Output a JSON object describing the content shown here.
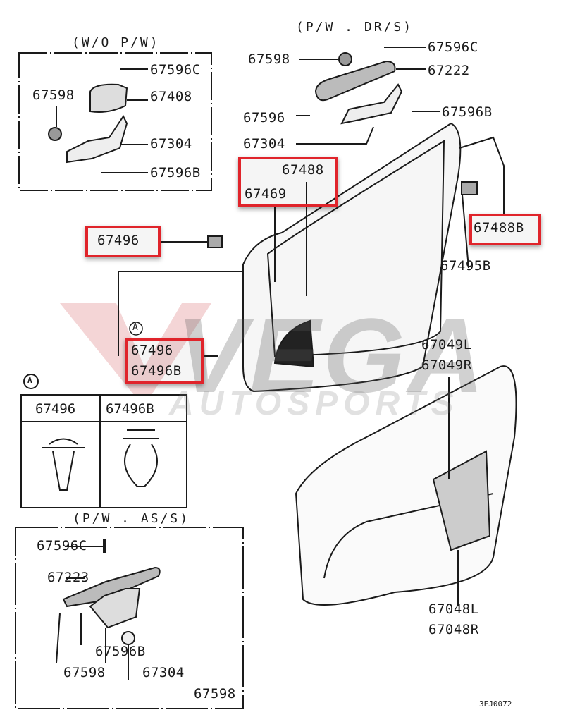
{
  "headers": {
    "dr_s": "(P/W . DR/S)",
    "wo_pw": "(W/O P/W)",
    "as_s": "(P/W . AS/S)"
  },
  "wo_pw_box": {
    "p67596c": "67596C",
    "p67598": "67598",
    "p67408": "67408",
    "p67304": "67304",
    "p67596b": "67596B"
  },
  "dr_s": {
    "p67598": "67598",
    "p67596c": "67596C",
    "p67222": "67222",
    "p67596": "67596",
    "p67596b": "67596B",
    "p67304": "67304"
  },
  "main": {
    "p67488": "67488",
    "p67469": "67469",
    "p67496": "67496",
    "p67488b": "67488B",
    "p67495b": "67495B",
    "callout_a": "A",
    "p67496_2": "67496",
    "p67496b": "67496B",
    "p67049l": "67049L",
    "p67049r": "67049R",
    "p67048l": "67048L",
    "p67048r": "67048R"
  },
  "clip_table": {
    "marker": "A",
    "col1": "67496",
    "col2": "67496B"
  },
  "as_s": {
    "p67596c": "67596C",
    "p67223": "67223",
    "p67596b": "67596B",
    "p67598a": "67598",
    "p67304": "67304",
    "p67598b": "67598"
  },
  "diagram_code": "3EJ0072",
  "watermark": {
    "line1": "VEGA",
    "line2": "AUTOSPORTS"
  },
  "colors": {
    "highlight": "#e0242b",
    "watermark_red": "#c4161c"
  }
}
